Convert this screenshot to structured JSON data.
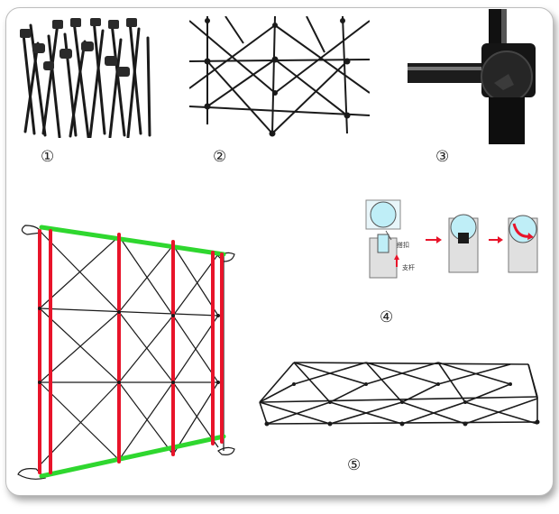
{
  "figure_numbers": [
    "①",
    "②",
    "③",
    "④",
    "⑤"
  ],
  "diagram_labels": {
    "buckle": "搭扣",
    "rod": "支杆"
  },
  "colors": {
    "vertical_bar": "#e8142a",
    "horizontal_bar": "#2fd72f",
    "frame": "#1a1a1a",
    "hub_fill": "#bfeef7",
    "arrow": "#e8142a"
  }
}
